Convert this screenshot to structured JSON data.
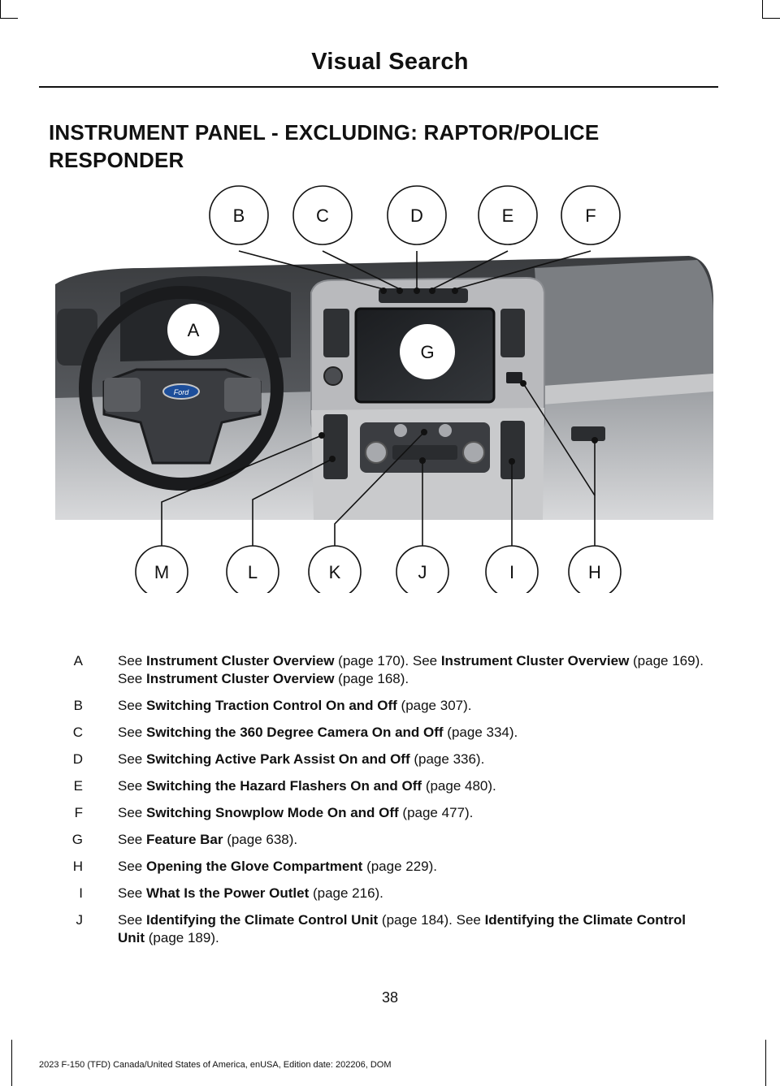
{
  "header": {
    "title": "Visual Search"
  },
  "section": {
    "title_line1": "INSTRUMENT PANEL - EXCLUDING: RAPTOR/POLICE",
    "title_line2": "RESPONDER"
  },
  "figure": {
    "callouts_top": [
      "B",
      "C",
      "D",
      "E",
      "F"
    ],
    "callouts_bottom": [
      "M",
      "L",
      "K",
      "J",
      "I",
      "H"
    ],
    "callout_a": "A",
    "callout_g": "G",
    "badge_text": "Ford"
  },
  "items": [
    {
      "letter": "A",
      "parts": [
        {
          "t": "See ",
          "b": false
        },
        {
          "t": "Instrument Cluster Overview",
          "b": true
        },
        {
          "t": " (page 170).  See ",
          "b": false
        },
        {
          "t": "Instrument Cluster Overview",
          "b": true
        },
        {
          "t": " (page 169).  See ",
          "b": false
        },
        {
          "t": "Instrument Cluster Overview",
          "b": true
        },
        {
          "t": " (page 168).",
          "b": false
        }
      ]
    },
    {
      "letter": "B",
      "parts": [
        {
          "t": "See ",
          "b": false
        },
        {
          "t": "Switching Traction Control On and Off",
          "b": true
        },
        {
          "t": " (page 307).",
          "b": false
        }
      ]
    },
    {
      "letter": "C",
      "parts": [
        {
          "t": "See ",
          "b": false
        },
        {
          "t": "Switching the 360 Degree Camera On and Off",
          "b": true
        },
        {
          "t": " (page 334).",
          "b": false
        }
      ]
    },
    {
      "letter": "D",
      "parts": [
        {
          "t": "See ",
          "b": false
        },
        {
          "t": "Switching Active Park Assist On and Off",
          "b": true
        },
        {
          "t": " (page 336).",
          "b": false
        }
      ]
    },
    {
      "letter": "E",
      "parts": [
        {
          "t": "See ",
          "b": false
        },
        {
          "t": "Switching the Hazard Flashers On and Off",
          "b": true
        },
        {
          "t": " (page 480).",
          "b": false
        }
      ]
    },
    {
      "letter": "F",
      "parts": [
        {
          "t": "See ",
          "b": false
        },
        {
          "t": "Switching Snowplow Mode On and Off",
          "b": true
        },
        {
          "t": " (page 477).",
          "b": false
        }
      ]
    },
    {
      "letter": "G",
      "parts": [
        {
          "t": "See ",
          "b": false
        },
        {
          "t": "Feature Bar",
          "b": true
        },
        {
          "t": " (page 638).",
          "b": false
        }
      ]
    },
    {
      "letter": "H",
      "parts": [
        {
          "t": "See ",
          "b": false
        },
        {
          "t": "Opening the Glove Compartment",
          "b": true
        },
        {
          "t": " (page 229).",
          "b": false
        }
      ]
    },
    {
      "letter": "I",
      "parts": [
        {
          "t": "See ",
          "b": false
        },
        {
          "t": "What Is the Power Outlet",
          "b": true
        },
        {
          "t": " (page 216).",
          "b": false
        }
      ]
    },
    {
      "letter": "J",
      "parts": [
        {
          "t": "See ",
          "b": false
        },
        {
          "t": "Identifying the Climate Control Unit",
          "b": true
        },
        {
          "t": " (page 184).  See ",
          "b": false
        },
        {
          "t": "Identifying the Climate Control Unit",
          "b": true
        },
        {
          "t": " (page 189).",
          "b": false
        }
      ]
    }
  ],
  "page_number": "38",
  "footer": "2023 F-150 (TFD) Canada/United States of America, enUSA, Edition date: 202206, DOM"
}
